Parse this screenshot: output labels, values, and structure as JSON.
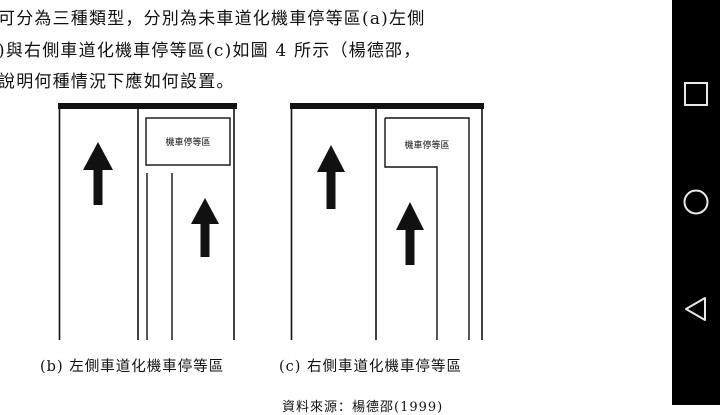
{
  "document": {
    "paragraph_lines": [
      "可分為三種類型，分別為未車道化機車停等區(a)左側",
      ")與右側車道化機車停等區(c)如圖 4 所示（楊德邵，",
      "說明何種情況下應如何設置。"
    ],
    "figure_b": {
      "zone_label": "機車停等區",
      "caption": "(b) 左側車道化機車停等區"
    },
    "figure_c": {
      "zone_label": "機車停等區",
      "caption": "(c) 右側車道化機車停等區"
    },
    "source_partial": "資料來源：楊德邵(1999)"
  },
  "navbar": {
    "icons": [
      "square-icon",
      "circle-icon",
      "triangle-back-icon"
    ]
  }
}
